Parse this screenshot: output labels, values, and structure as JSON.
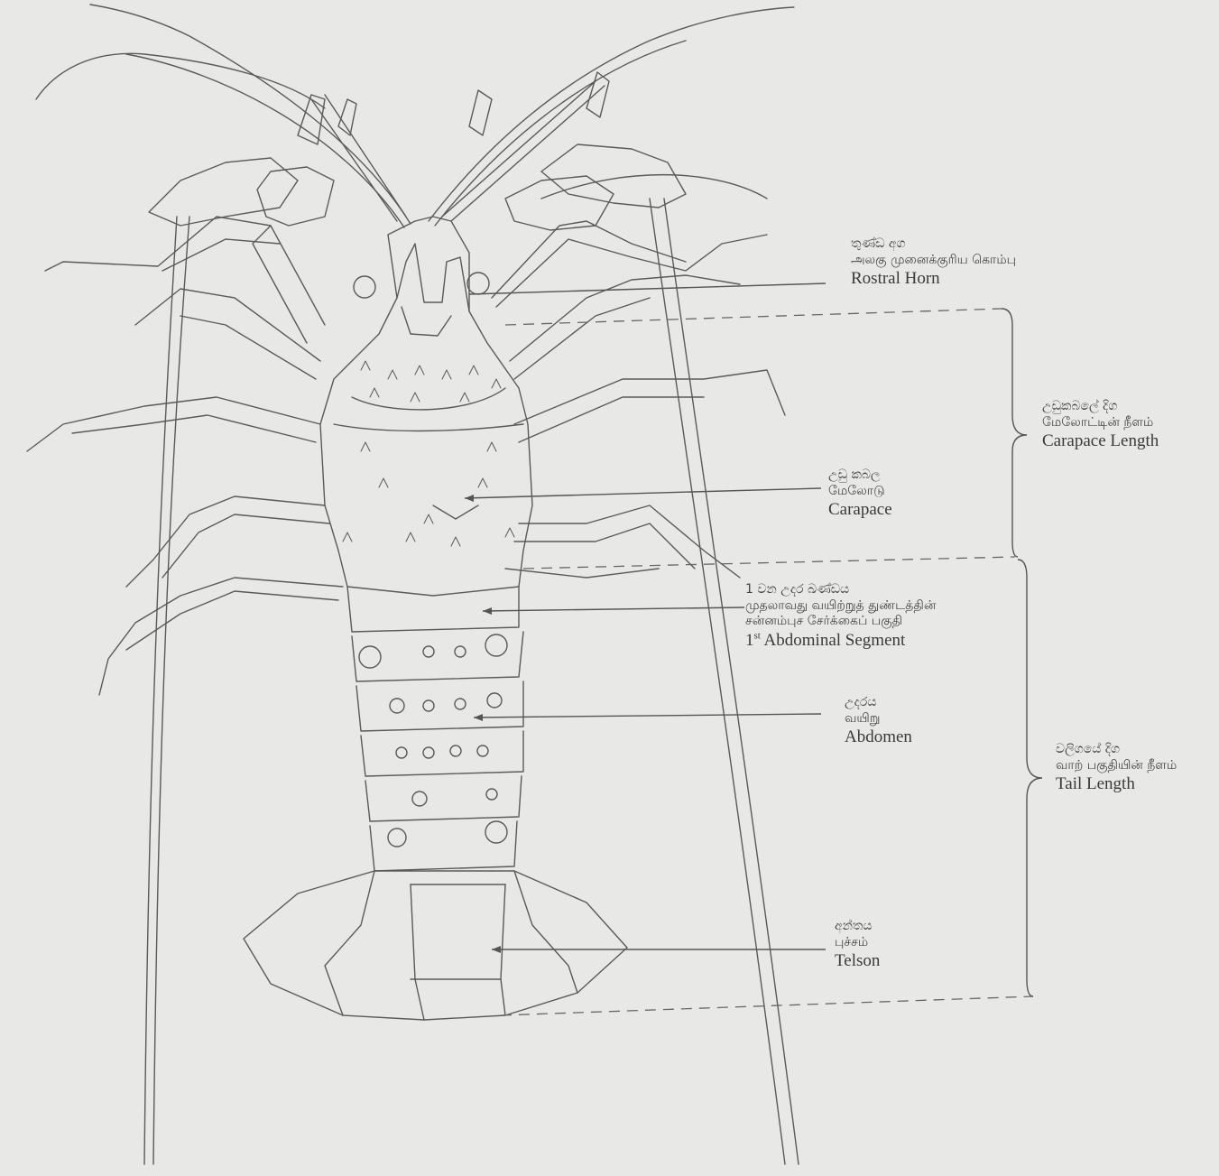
{
  "labels": {
    "rostral_horn": {
      "si": "තුණ්ඩ අග",
      "ta": "அலகு முனைக்குரிய கொம்பு",
      "en": "Rostral Horn"
    },
    "carapace": {
      "si": "උඩු කබල",
      "ta": "மேலோடு",
      "en": "Carapace"
    },
    "first_abdominal_segment": {
      "si": "1 වන උදර ඛණ්ඩය",
      "ta1": "முதலாவது வயிற்றுத் துண்டத்தின்",
      "ta2": "சன்னம்புச சேர்க்கைப் பகுதி",
      "en_num": "1",
      "en_sup": "st",
      "en": " Abdominal Segment"
    },
    "abdomen": {
      "si": "උදරය",
      "ta": "வயிறு",
      "en": "Abdomen"
    },
    "telson": {
      "si": "අන්තය",
      "ta": "புச்சம்",
      "en": "Telson"
    },
    "carapace_length": {
      "si": "උඩුකබලේ දිග",
      "ta": "மேலோட்டின் நீளம்",
      "en": "Carapace Length"
    },
    "tail_length": {
      "si": "වලිගයේ දිග",
      "ta": "வாற் பகுதியின் நீளம்",
      "en": "Tail Length"
    }
  },
  "colors": {
    "paper": "#e8e8e6",
    "ink": "#555555"
  }
}
